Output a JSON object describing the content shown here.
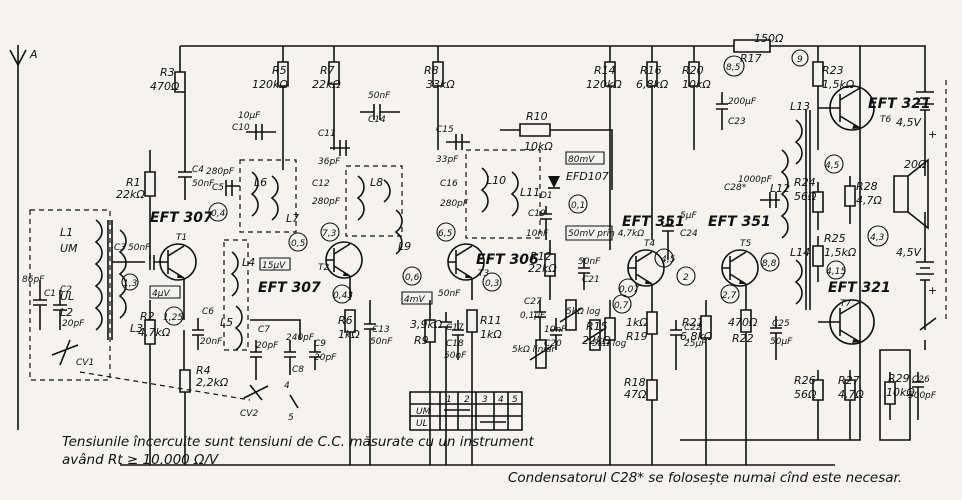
{
  "antenna": "A",
  "resistors": [
    {
      "id": "r3",
      "ref": "R3",
      "val": "470Ω"
    },
    {
      "id": "r5",
      "ref": "R5",
      "val": "120kΩ"
    },
    {
      "id": "r7",
      "ref": "R7",
      "val": "22kΩ"
    },
    {
      "id": "r8",
      "ref": "R8",
      "val": "33kΩ"
    },
    {
      "id": "r14",
      "ref": "R14",
      "val": "120kΩ"
    },
    {
      "id": "r16",
      "ref": "R16",
      "val": "6,8kΩ"
    },
    {
      "id": "r20",
      "ref": "R20",
      "val": "10kΩ"
    },
    {
      "id": "r17",
      "ref": "R17",
      "val": "150Ω"
    },
    {
      "id": "r23",
      "ref": "R23",
      "val": "1,5kΩ"
    },
    {
      "id": "r1",
      "ref": "R1",
      "val": "22kΩ"
    },
    {
      "id": "r2",
      "ref": "R2",
      "val": "4,7kΩ"
    },
    {
      "id": "r4",
      "ref": "R4",
      "val": "2,2kΩ"
    },
    {
      "id": "r6",
      "ref": "R6",
      "val": "1kΩ"
    },
    {
      "id": "r9",
      "ref": "R9",
      "val": "3,9kΩ"
    },
    {
      "id": "r11",
      "ref": "R11",
      "val": "1kΩ"
    },
    {
      "id": "r10",
      "ref": "R10",
      "val": "10kΩ"
    },
    {
      "id": "r12",
      "ref": "R12",
      "val": "22kΩ"
    },
    {
      "id": "r15",
      "ref": "R15",
      "val": "22kΩ"
    },
    {
      "id": "r18",
      "ref": "R18",
      "val": "47Ω"
    },
    {
      "id": "r19",
      "ref": "R19",
      "val": "1kΩ"
    },
    {
      "id": "r21",
      "ref": "R21",
      "val": "6,8kΩ"
    },
    {
      "id": "r22",
      "ref": "R22",
      "val": "470Ω"
    },
    {
      "id": "r24",
      "ref": "R24",
      "val": "56Ω"
    },
    {
      "id": "r25",
      "ref": "R25",
      "val": "1,5kΩ"
    },
    {
      "id": "r26",
      "ref": "R26",
      "val": "56Ω"
    },
    {
      "id": "r27",
      "ref": "R27",
      "val": "4,7Ω"
    },
    {
      "id": "r28",
      "ref": "R28",
      "val": "4,7Ω"
    },
    {
      "id": "r29",
      "ref": "R29",
      "val": "10kΩ"
    }
  ],
  "capacitors": [
    {
      "id": "c4",
      "ref": "C4",
      "val": "50nF"
    },
    {
      "id": "c14",
      "ref": "C14",
      "val": "50nF"
    },
    {
      "id": "c10",
      "ref": "C10",
      "val": "10μF"
    },
    {
      "id": "c11",
      "ref": "C11",
      "val": "36pF"
    },
    {
      "id": "c15",
      "ref": "C15",
      "val": "33pF"
    },
    {
      "id": "c5",
      "ref": "C5",
      "val": "280pF"
    },
    {
      "id": "c12",
      "ref": "C12",
      "val": "280pF"
    },
    {
      "id": "c16",
      "ref": "C16",
      "val": "280pF"
    },
    {
      "id": "c1",
      "ref": "C1",
      "val": "86pF"
    },
    {
      "id": "c2",
      "ref": "C2",
      "val": "20pF"
    },
    {
      "id": "c3",
      "ref": "C3",
      "val": "50nF"
    },
    {
      "id": "c6",
      "ref": "C6",
      "val": "20nF"
    },
    {
      "id": "c7",
      "ref": "C7",
      "val": "20pF"
    },
    {
      "id": "c8",
      "ref": "C8",
      "val": "240pF"
    },
    {
      "id": "c9",
      "ref": "C9",
      "val": "20pF"
    },
    {
      "id": "c13",
      "ref": "C13",
      "val": "50nF"
    },
    {
      "id": "c17",
      "ref": "C17",
      "val": "50nF"
    },
    {
      "id": "c18",
      "ref": "C18",
      "val": "50nF"
    },
    {
      "id": "c19",
      "ref": "C19",
      "val": "10nF"
    },
    {
      "id": "c20",
      "ref": "C20",
      "val": "10nF"
    },
    {
      "id": "c21",
      "ref": "C21",
      "val": "50nF"
    },
    {
      "id": "c22",
      "ref": "C22",
      "val": "25μF"
    },
    {
      "id": "c23",
      "ref": "C23",
      "val": "200μF"
    },
    {
      "id": "c24",
      "ref": "C24",
      "val": "5μF"
    },
    {
      "id": "c25",
      "ref": "C25",
      "val": "50μF"
    },
    {
      "id": "c26",
      "ref": "C26",
      "val": "500pF"
    },
    {
      "id": "c27",
      "ref": "C27",
      "val": "0,1μF"
    },
    {
      "id": "c28",
      "ref": "C28*",
      "val": "1000pF"
    }
  ],
  "transistors": [
    {
      "id": "t1",
      "ref": "T1",
      "type": "EFT 307"
    },
    {
      "id": "t2",
      "ref": "T2",
      "type": "EFT 307"
    },
    {
      "id": "t3",
      "ref": "T3",
      "type": "EFT 306"
    },
    {
      "id": "t4",
      "ref": "T4",
      "type": "EFT 351"
    },
    {
      "id": "t5",
      "ref": "T5",
      "type": "EFT 351"
    },
    {
      "id": "t6",
      "ref": "T6",
      "type": "EFT 321"
    },
    {
      "id": "t7",
      "ref": "T7",
      "type": "EFT 321"
    }
  ],
  "diode": {
    "ref": "D1",
    "type": "EFD107"
  },
  "coils": {
    "l1": "L1",
    "l2": "L2",
    "l3": "L3",
    "l4": "L4",
    "l5": "L5",
    "l6": "L6",
    "l7": "L7",
    "l8": "L8",
    "l9": "L9",
    "l10": "L10",
    "l11": "L11",
    "l12": "L12",
    "l13": "L13",
    "l14": "L14"
  },
  "bands": {
    "um": "UM",
    "ul": "UL"
  },
  "voltages": {
    "v04": "0,4",
    "v05": "0,5",
    "v13": "1,3",
    "v125": "1,25",
    "v73": "7,3",
    "v43": "0,43",
    "v65": "6,5",
    "v03": "0,3",
    "v06": "0,6",
    "v85": "8,5",
    "v9": "9",
    "v45": "4,5",
    "v415": "4,15",
    "v43b": "4,3",
    "v88": "8,8",
    "v27": "2,7",
    "v2": "2",
    "v07a": "0,07",
    "v07b": "0,7",
    "v01": "0,1"
  },
  "signals": {
    "s4uv": "4μV",
    "s15uv": "15μV",
    "s4mv": "4mV",
    "s80mv": "80mV",
    "s50mv": "50mV prin 4,7kΩ"
  },
  "pots": {
    "p1": "5kΩ log",
    "p2": "5kΩ liniar",
    "p3": "5kΩ log"
  },
  "batteries": {
    "b1": "4,5V",
    "b2": "4,5V"
  },
  "speaker": "20Ω",
  "switch_labels": [
    "1",
    "2",
    "3",
    "4",
    "5"
  ],
  "cv_labels": {
    "cv1": "CV1",
    "cv2": "CV2"
  },
  "notes": {
    "tension_line1": "Tensiunile încercuite sunt tensiuni de C.C. măsurate cu un instrument",
    "tension_line2": "având  Rt ≥ 10.000 Ω/V",
    "c28_note": "Condensatorul C28* se folosește numai cînd este necesar."
  }
}
